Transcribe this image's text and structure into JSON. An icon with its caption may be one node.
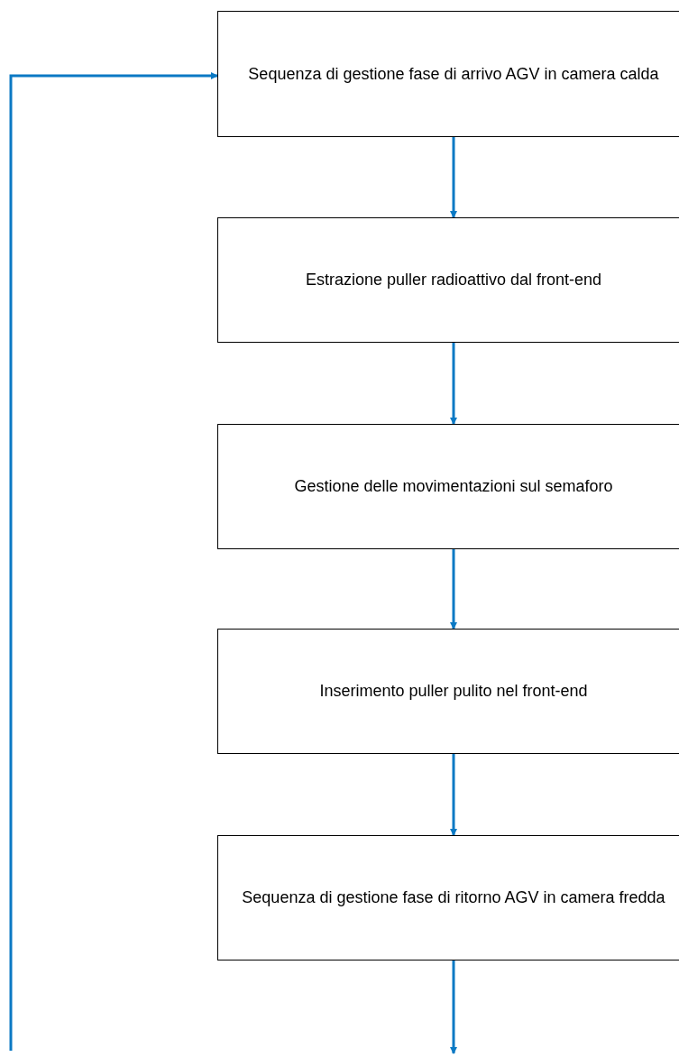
{
  "diagram": {
    "nodes": [
      {
        "text": [
          "Sequenza di gestione fase di arrivo AGV in camera calda"
        ]
      },
      {
        "text": [
          "Estrazione puller radioattivo dal front-end"
        ]
      },
      {
        "text": [
          "Gestione delle movimentazioni sul semaforo"
        ]
      },
      {
        "text": [
          "Inserimento puller pulito nel front-end"
        ]
      },
      {
        "text": [
          "Sequenza di gestione fase di ritorno AGV in camera fredda"
        ]
      }
    ],
    "edges": [
      {
        "from": 0,
        "to": 1,
        "arrow": "to"
      },
      {
        "from": 1,
        "to": 2,
        "arrow": "to"
      },
      {
        "from": 2,
        "to": 3,
        "arrow": "to"
      },
      {
        "from": 3,
        "to": 4,
        "arrow": "to"
      },
      {
        "from": 4,
        "to": null,
        "arrow": "to"
      },
      {
        "from": null,
        "to": 0,
        "arrow": "to"
      }
    ]
  }
}
